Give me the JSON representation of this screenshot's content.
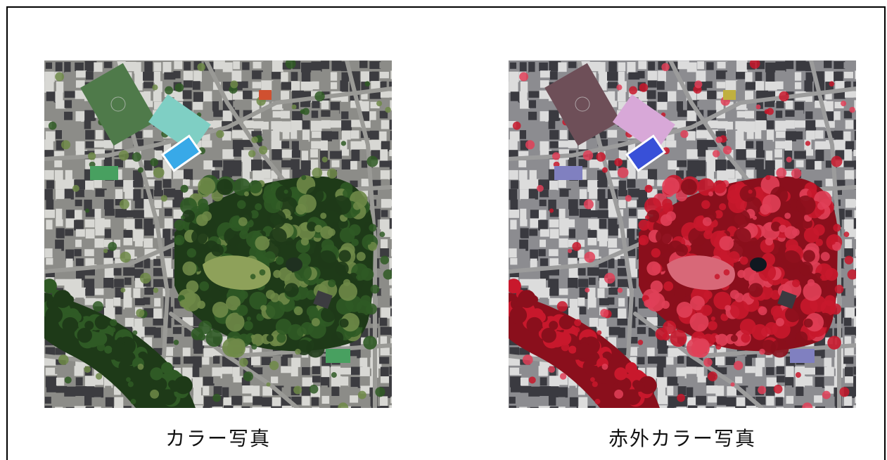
{
  "photos": [
    {
      "id": "color",
      "caption": "カラー写真",
      "palette": {
        "vegetation_dark": "#1e3a18",
        "vegetation": "#2f5a25",
        "vegetation_light": "#6f8a48",
        "lawn": "#8ea15a",
        "road": "#9a9a96",
        "building_light": "#d8d8d4",
        "building_mid": "#8c8c88",
        "building_dark": "#3c3c40",
        "accent_field": "#4f7a4a",
        "accent_roof": "#7fcfc4",
        "accent_pool": "#38a9e8",
        "accent_red": "#d05030",
        "accent_green": "#48a060",
        "pond": "#1f3020"
      }
    },
    {
      "id": "infrared",
      "caption": "赤外カラー写真",
      "palette": {
        "vegetation_dark": "#8a0f1c",
        "vegetation": "#c8182c",
        "vegetation_light": "#e04058",
        "lawn": "#d86878",
        "road": "#9c9c9c",
        "building_light": "#dcdcdc",
        "building_mid": "#8c8c90",
        "building_dark": "#3a3a40",
        "accent_field": "#6e4f58",
        "accent_roof": "#d8a8d8",
        "accent_pool": "#3850d8",
        "accent_red": "#c0b040",
        "accent_green": "#8080c0",
        "pond": "#101820"
      }
    }
  ]
}
